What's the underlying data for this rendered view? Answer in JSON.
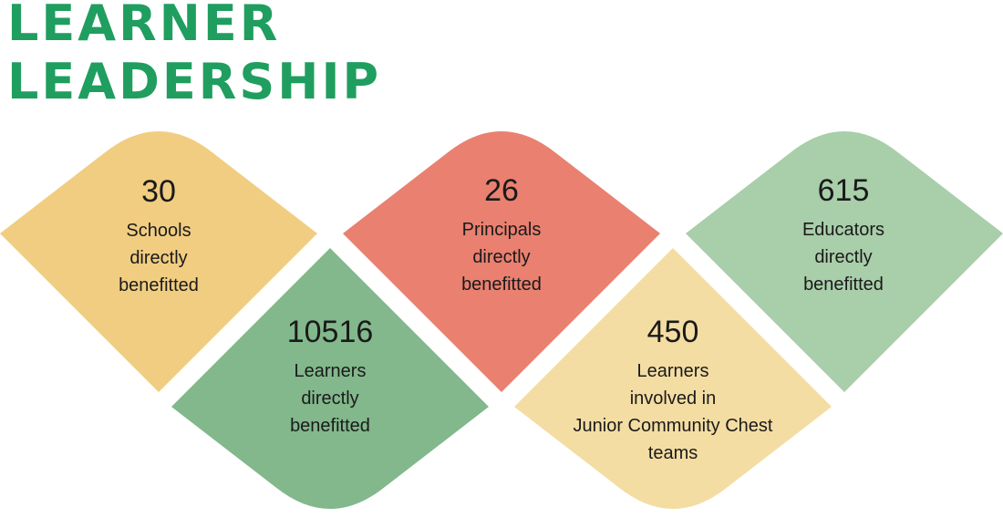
{
  "title": {
    "line1": "LEARNER",
    "line2": "LEADERSHIP"
  },
  "colors": {
    "title": "#1f9e5f",
    "schools": "#f1cd81",
    "principals": "#e98070",
    "educators": "#a9ceaa",
    "learners": "#82b88c",
    "chest": "#f4dda3"
  },
  "stats": {
    "schools": {
      "value": "30",
      "label": "Schools\ndirectly\nbenefitted"
    },
    "principals": {
      "value": "26",
      "label": "Principals\ndirectly\nbenefitted"
    },
    "educators": {
      "value": "615",
      "label": "Educators\ndirectly\nbenefitted"
    },
    "learners": {
      "value": "10516",
      "label": "Learners\ndirectly\nbenefitted"
    },
    "chest": {
      "value": "450",
      "label": "Learners\ninvolved in\nJunior Community Chest\nteams"
    }
  }
}
